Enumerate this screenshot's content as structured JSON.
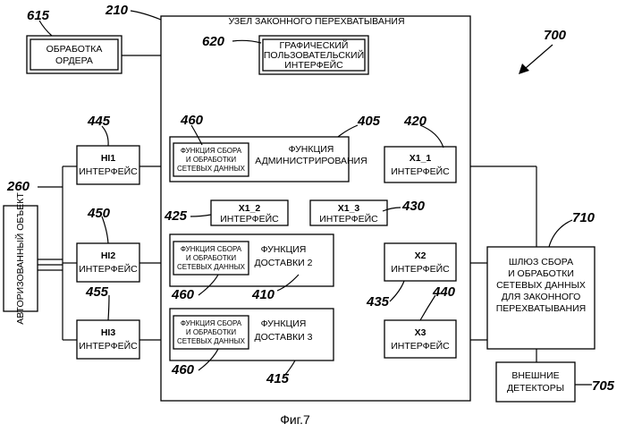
{
  "diagram": {
    "node_title": "УЗЕЛ ЗАКОННОГО ПЕРЕХВАТЫВАНИЯ",
    "caption": "Фиг.7",
    "boxes": {
      "order": [
        "ОБРАБОТКА",
        "ОРДЕРА"
      ],
      "gui": [
        "ГРАФИЧЕСКИЙ",
        "ПОЛЬЗОВАТЕЛЬСКИЙ",
        "ИНТЕРФЕЙС"
      ],
      "admin": [
        "ФУНКЦИЯ",
        "АДМИНИСТРИРОВАНИЯ"
      ],
      "collect": [
        "ФУНКЦИЯ СБОРА",
        "И ОБРАБОТКИ",
        "СЕТЕВЫХ ДАННЫХ"
      ],
      "delivery2": [
        "ФУНКЦИЯ",
        "ДОСТАВКИ 2"
      ],
      "delivery3": [
        "ФУНКЦИЯ",
        "ДОСТАВКИ 3"
      ],
      "hi1": [
        "HI1",
        "ИНТЕРФЕЙС"
      ],
      "hi2": [
        "HI2",
        "ИНТЕРФЕЙС"
      ],
      "hi3": [
        "HI3",
        "ИНТЕРФЕЙС"
      ],
      "x1_1": [
        "X1_1",
        "ИНТЕРФЕЙС"
      ],
      "x1_2": [
        "X1_2",
        "ИНТЕРФЕЙС"
      ],
      "x1_3": [
        "X1_3",
        "ИНТЕРФЕЙС"
      ],
      "x2": [
        "X2",
        "ИНТЕРФЕЙС"
      ],
      "x3": [
        "X3",
        "ИНТЕРФЕЙС"
      ],
      "authorized": "АВТОРИЗОВАННЫЙ ОБЪЕКТ",
      "gateway": [
        "ШЛЮЗ СБОРА",
        "И ОБРАБОТКИ",
        "СЕТЕВЫХ ДАННЫХ",
        "ДЛЯ ЗАКОННОГО",
        "ПЕРЕХВАТЫВАНИЯ"
      ],
      "detectors": [
        "ВНЕШНИЕ",
        "ДЕТЕКТОРЫ"
      ]
    },
    "refs": {
      "r615": "615",
      "r210": "210",
      "r700": "700",
      "r620": "620",
      "r445": "445",
      "r460a": "460",
      "r405": "405",
      "r420": "420",
      "r260": "260",
      "r425": "425",
      "r430": "430",
      "r450": "450",
      "r710": "710",
      "r460b": "460",
      "r410": "410",
      "r435": "435",
      "r455": "455",
      "r440": "440",
      "r460c": "460",
      "r415": "415",
      "r705": "705"
    }
  }
}
